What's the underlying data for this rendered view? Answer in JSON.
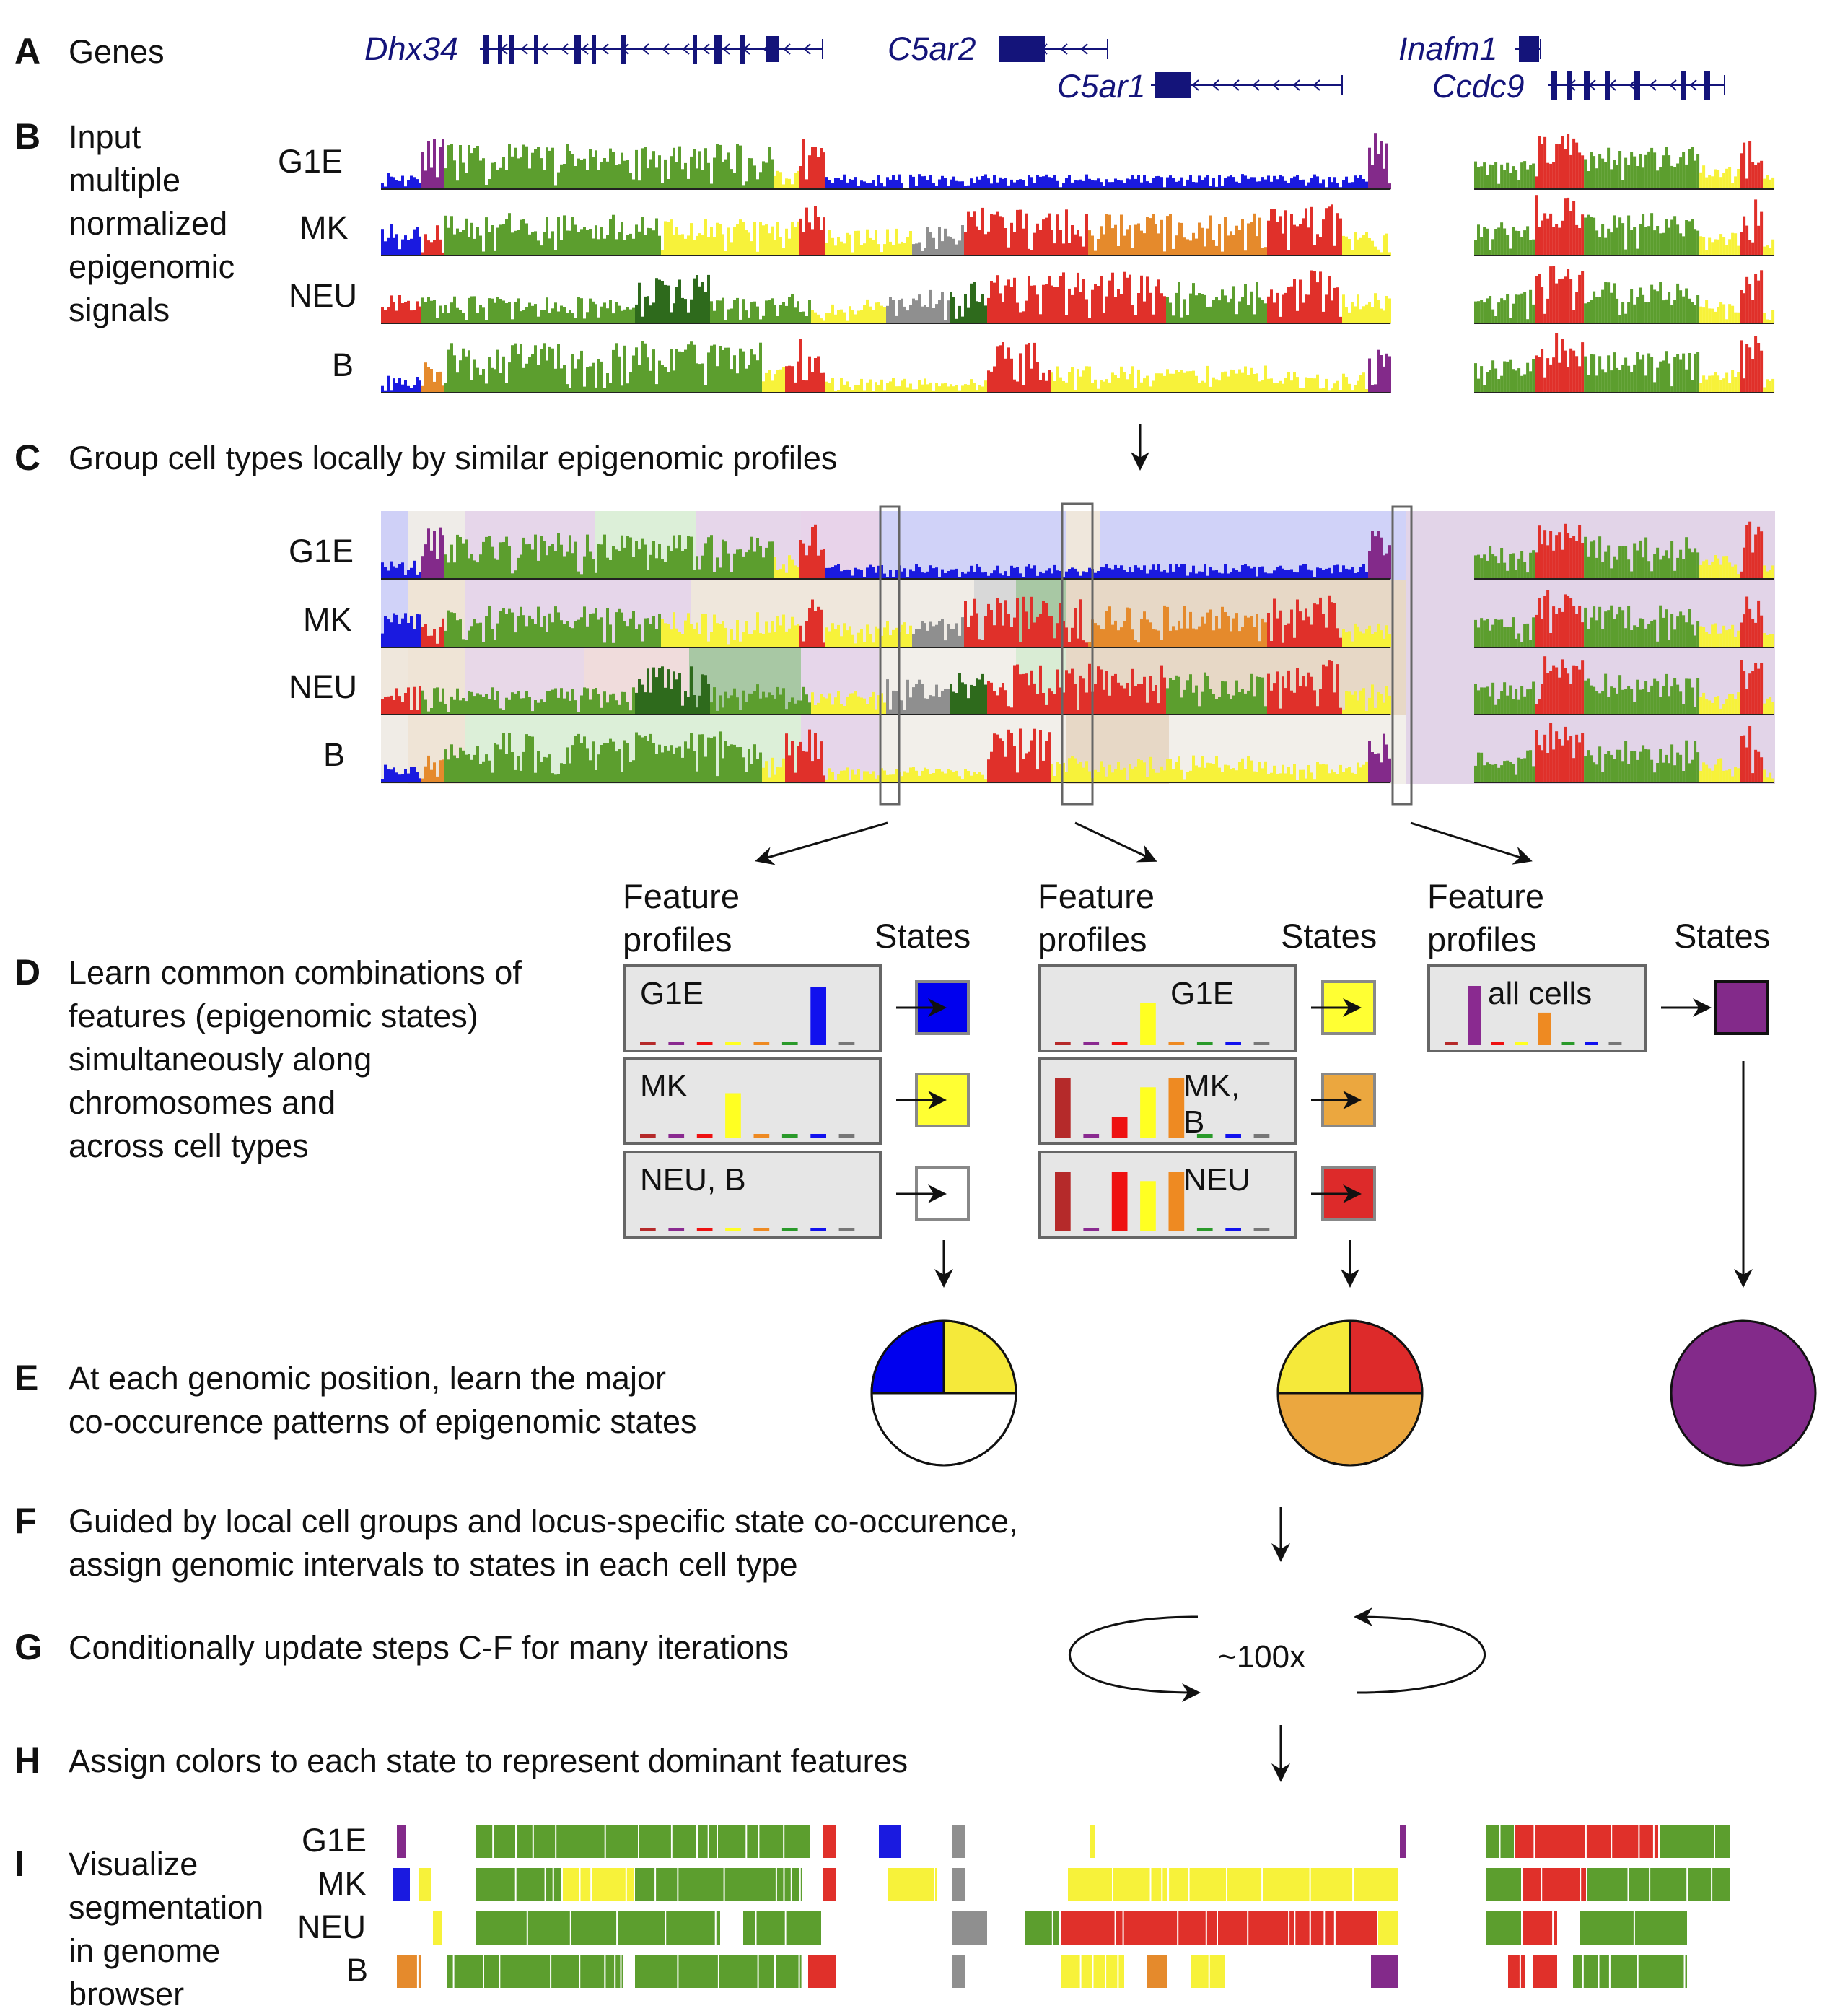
{
  "panels": [
    {
      "letter": "A",
      "text": "Genes"
    },
    {
      "letter": "B",
      "text": "Input\nmultiple\nnormalized\nepigenomic\nsignals"
    },
    {
      "letter": "C",
      "text": "Group cell types locally by similar epigenomic profiles"
    },
    {
      "letter": "D",
      "text": "Learn common combinations of\nfeatures (epigenomic states)\nsimultaneously along\nchromosomes and\nacross cell types"
    },
    {
      "letter": "E",
      "text": "At each genomic position, learn the major\nco-occurence patterns of epigenomic states"
    },
    {
      "letter": "F",
      "text": "Guided by local cell groups and locus-specific state co-occurence,\nassign genomic intervals to states in each cell type"
    },
    {
      "letter": "G",
      "text": "Conditionally update steps C-F for many iterations"
    },
    {
      "letter": "H",
      "text": "Assign colors to each state to represent dominant features"
    },
    {
      "letter": "I",
      "text": "Visualize\nsegmentation\nin genome\nbrowser"
    }
  ],
  "genes": [
    "Dhx34",
    "C5ar2",
    "C5ar1",
    "Inafm1",
    "Ccdc9"
  ],
  "cell_types": [
    "G1E",
    "MK",
    "NEU",
    "B"
  ],
  "feature_header": "Feature\nprofiles",
  "states_header": "States",
  "groups": [
    {
      "profiles": [
        {
          "label": "G1E",
          "bars": [
            0.02,
            0.02,
            0.02,
            0.02,
            0.02,
            0.02,
            0.98,
            0.02
          ],
          "state_color": "#0000ee"
        },
        {
          "label": "MK",
          "bars": [
            0.02,
            0.02,
            0.02,
            0.75,
            0.02,
            0.02,
            0.02,
            0.02
          ],
          "state_color": "#ffff33"
        },
        {
          "label": "NEU, B",
          "bars": [
            0.02,
            0.02,
            0.02,
            0.02,
            0.02,
            0.02,
            0.02,
            0.02
          ],
          "state_color": "#ffffff"
        }
      ],
      "pie": [
        {
          "fraction": 0.25,
          "color": "#f5e93a"
        },
        {
          "fraction": 0.5,
          "color": "#ffffff"
        },
        {
          "fraction": 0.25,
          "color": "#0000ee"
        }
      ]
    },
    {
      "profiles": [
        {
          "label": "G1E",
          "bars": [
            0.02,
            0.02,
            0.02,
            0.72,
            0.02,
            0.02,
            0.02,
            0.02
          ],
          "state_color": "#ffff33"
        },
        {
          "label": "MK,\nB",
          "bars": [
            1.0,
            0.05,
            0.35,
            0.85,
            1.0,
            0.02,
            0.02,
            0.02
          ],
          "state_color": "#eba73f"
        },
        {
          "label": "NEU",
          "bars": [
            1.0,
            0.05,
            1.0,
            0.85,
            1.0,
            0.02,
            0.02,
            0.02
          ],
          "state_color": "#dd2a2a"
        }
      ],
      "pie": [
        {
          "fraction": 0.25,
          "color": "#dd2a2a"
        },
        {
          "fraction": 0.5,
          "color": "#eba73f"
        },
        {
          "fraction": 0.25,
          "color": "#f5e93a"
        }
      ]
    },
    {
      "profiles": [
        {
          "label": "all cells",
          "bars": [
            0.02,
            1.0,
            0.02,
            0.02,
            0.55,
            0.02,
            0.02,
            0.02
          ],
          "state_color": "#832a8a"
        }
      ],
      "pie": [
        {
          "fraction": 1.0,
          "color": "#832a8a"
        }
      ]
    }
  ],
  "feature_colors": [
    "#b52a2a",
    "#8a2a90",
    "#ee1111",
    "#ffff22",
    "#ee8a22",
    "#2a9a2a",
    "#1111ee",
    "#777777"
  ],
  "iterations_label": "~100x",
  "colors": {
    "genes": "#14147a",
    "active": "#5c9e2e",
    "dark_green": "#2e6a1c",
    "purple": "#832a8a",
    "blue": "#1a1ae0",
    "yellow": "#f7f23a",
    "orange": "#e58a2c",
    "red": "#e0302a",
    "gray": "#8f8f8f",
    "panel_bg": "#e6e6e6"
  }
}
